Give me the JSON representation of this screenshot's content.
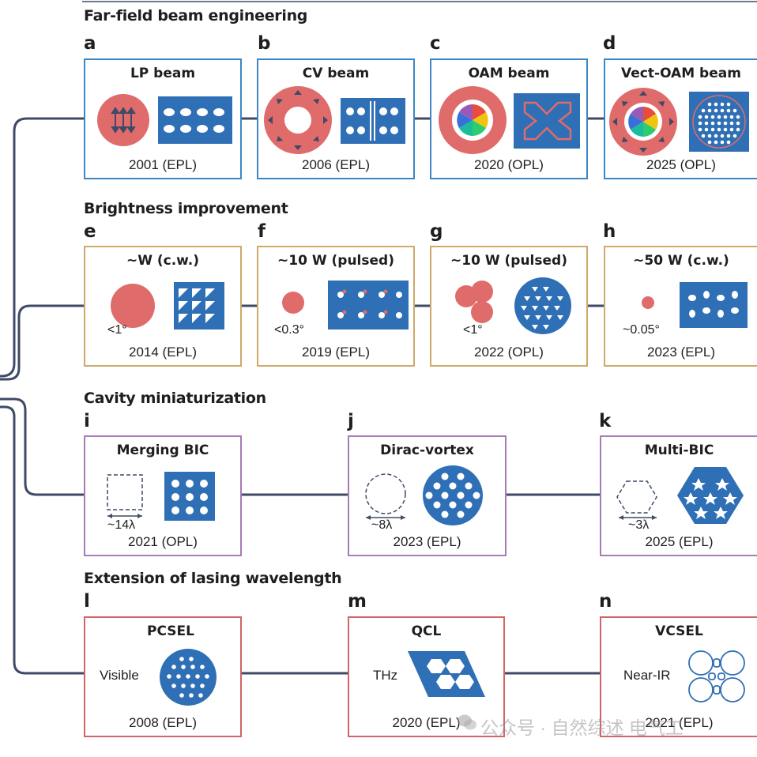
{
  "sections": [
    {
      "title": "Far-field beam engineering"
    },
    {
      "title": "Brightness improvement"
    },
    {
      "title": "Cavity miniaturization"
    },
    {
      "title": "Extension of lasing wavelength"
    }
  ],
  "panels": {
    "a": {
      "letter": "a",
      "title": "LP beam",
      "year": "2001 (EPL)"
    },
    "b": {
      "letter": "b",
      "title": "CV beam",
      "year": "2006 (EPL)"
    },
    "c": {
      "letter": "c",
      "title": "OAM beam",
      "year": "2020 (OPL)"
    },
    "d": {
      "letter": "d",
      "title": "Vect-OAM beam",
      "year": "2025 (OPL)"
    },
    "e": {
      "letter": "e",
      "title": "~W (c.w.)",
      "angle": "<1°",
      "year": "2014 (EPL)"
    },
    "f": {
      "letter": "f",
      "title": "~10 W (pulsed)",
      "angle": "<0.3°",
      "year": "2019 (EPL)"
    },
    "g": {
      "letter": "g",
      "title": "~10 W (pulsed)",
      "angle": "<1°",
      "year": "2022 (OPL)"
    },
    "h": {
      "letter": "h",
      "title": "~50 W (c.w.)",
      "angle": "~0.05°",
      "year": "2023 (EPL)"
    },
    "i": {
      "letter": "i",
      "title": "Merging BIC",
      "size": "~14λ",
      "year": "2021 (OPL)"
    },
    "j": {
      "letter": "j",
      "title": "Dirac-vortex",
      "size": "~8λ",
      "year": "2023 (EPL)"
    },
    "k": {
      "letter": "k",
      "title": "Multi-BIC",
      "size": "~3λ",
      "year": "2025 (EPL)"
    },
    "l": {
      "letter": "l",
      "title": "PCSEL",
      "band": "Visible",
      "year": "2008 (EPL)"
    },
    "m": {
      "letter": "m",
      "title": "QCL",
      "band": "THz",
      "year": "2020 (EPL)"
    },
    "n": {
      "letter": "n",
      "title": "VCSEL",
      "band": "Near-IR",
      "year": "2021 (EPL)"
    }
  },
  "colors": {
    "connector": "#3e4a66",
    "far_field_border": "#3b86c5",
    "brightness_border": "#cda96b",
    "cavity_border": "#a77bb6",
    "wavelength_border": "#d06466",
    "beam_red": "#e06b6b",
    "pc_blue": "#2f6fb5"
  },
  "watermark": "公众号 · 自然综述 电气工"
}
